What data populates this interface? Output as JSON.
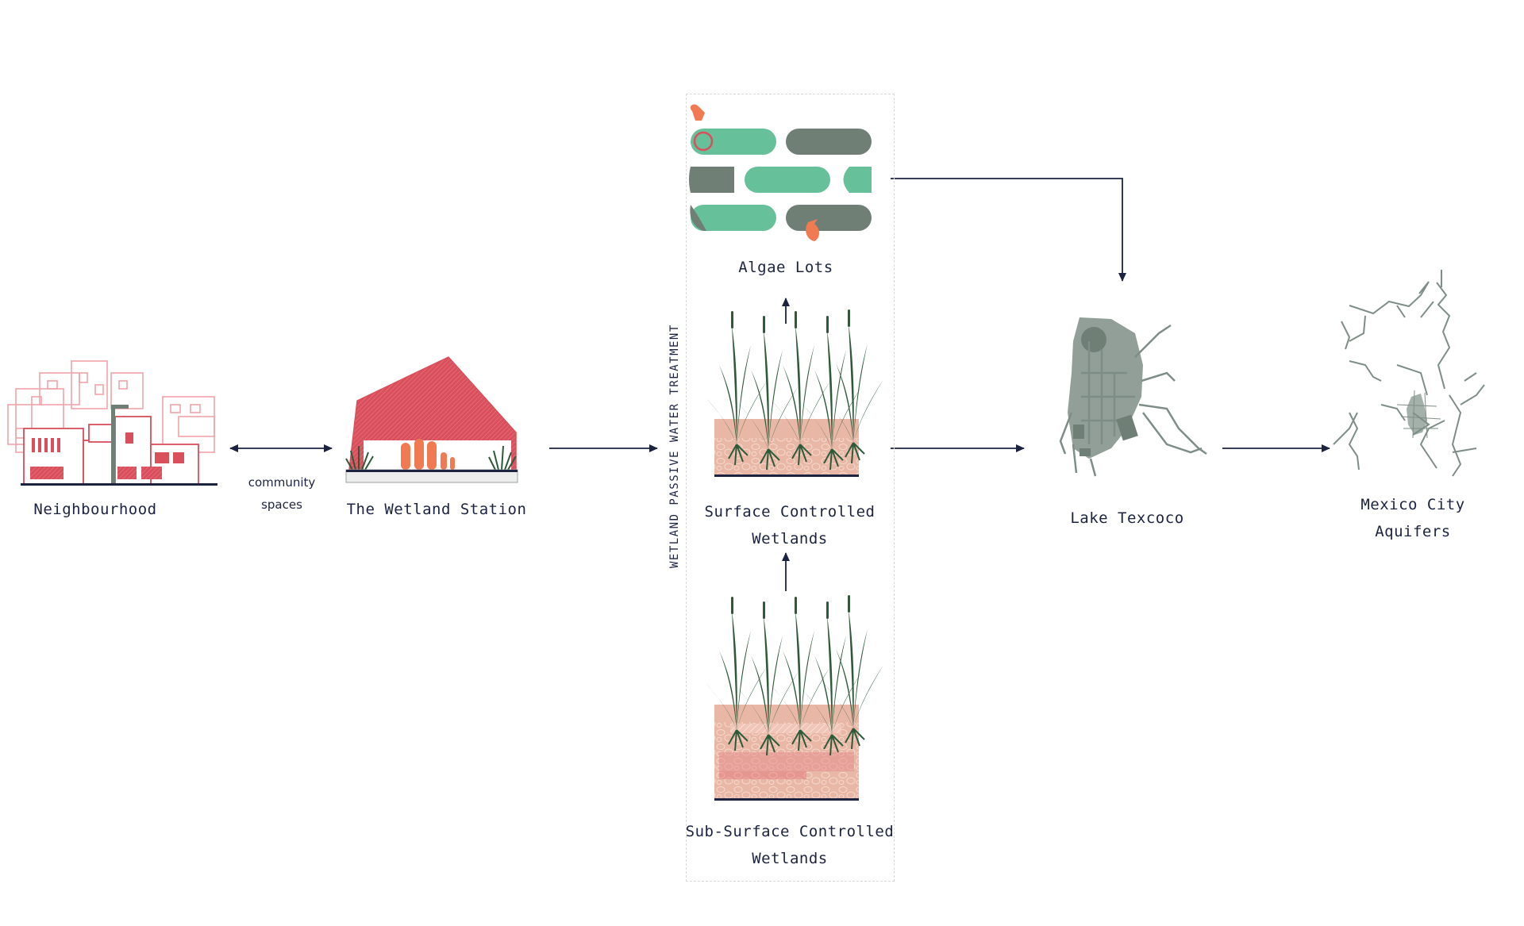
{
  "labels": {
    "neighbourhood": "Neighbourhood",
    "community_spaces": "community\nspaces",
    "wetland_station": "The Wetland Station",
    "passive_treatment": "WETLAND PASSIVE WATER TREATMENT",
    "algae_lots": "Algae Lots",
    "surface_wetlands": "Surface Controlled\nWetlands",
    "subsurface_wetlands": "Sub-Surface Controlled\nWetlands",
    "lake_texcoco": "Lake Texcoco",
    "mexico_aquifers": "Mexico City\nAquifers"
  },
  "colors": {
    "ink": "#1c2340",
    "coral": "#d94f5c",
    "coral_light": "#f2a3a8",
    "orange": "#f07a52",
    "algae_green": "#66c09a",
    "algae_gray": "#6f7f76",
    "reed_green": "#2f5a3a",
    "soil": "#e9b7a5",
    "lake_gray": "#7e8e86"
  }
}
